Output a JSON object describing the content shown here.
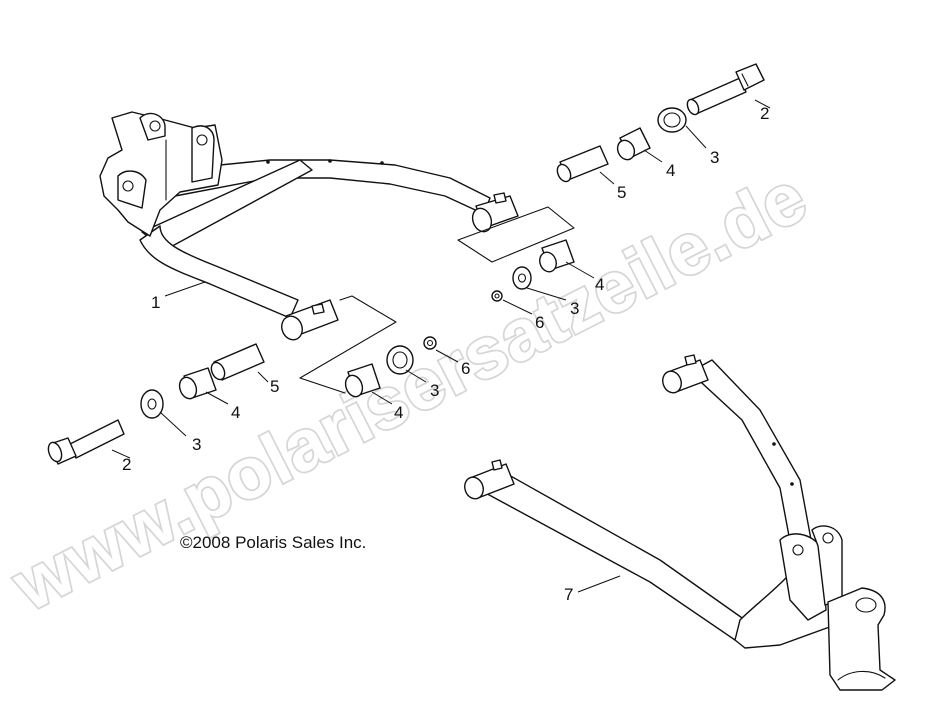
{
  "copyright": "©2008 Polaris Sales Inc.",
  "watermark": "www.polarisersatzeile.de",
  "callouts": [
    {
      "id": "c1",
      "label": "1"
    },
    {
      "id": "c2a",
      "label": "2"
    },
    {
      "id": "c2b",
      "label": "2"
    },
    {
      "id": "c3a",
      "label": "3"
    },
    {
      "id": "c3b",
      "label": "3"
    },
    {
      "id": "c3c",
      "label": "3"
    },
    {
      "id": "c3d",
      "label": "3"
    },
    {
      "id": "c4a",
      "label": "4"
    },
    {
      "id": "c4b",
      "label": "4"
    },
    {
      "id": "c4c",
      "label": "4"
    },
    {
      "id": "c4d",
      "label": "4"
    },
    {
      "id": "c5a",
      "label": "5"
    },
    {
      "id": "c5b",
      "label": "5"
    },
    {
      "id": "c6a",
      "label": "6"
    },
    {
      "id": "c6b",
      "label": "6"
    },
    {
      "id": "c7",
      "label": "7"
    }
  ],
  "colors": {
    "line": "#111111",
    "background": "#ffffff",
    "watermark_outline": "#d6d6d6"
  }
}
